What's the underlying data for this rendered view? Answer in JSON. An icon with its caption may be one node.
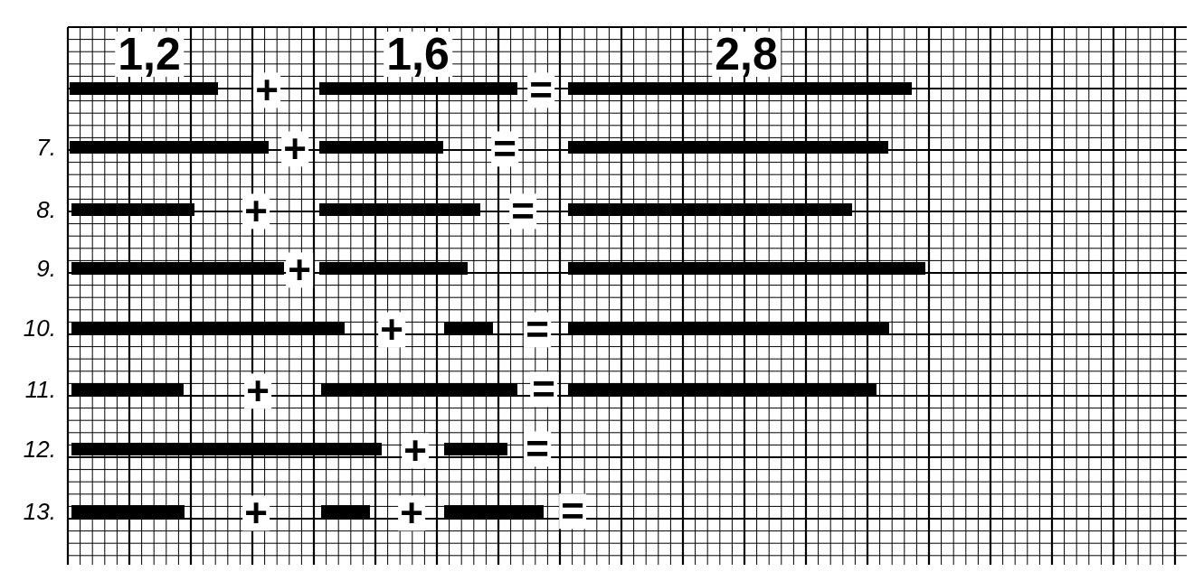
{
  "diagram": {
    "labels": [
      "1,2",
      "+",
      "1,6",
      "=",
      "2,8",
      "7.",
      "+",
      "=",
      "8.",
      "+",
      "=",
      "9.",
      "+",
      "10.",
      "+",
      "=",
      "11.",
      "+",
      "=",
      "12.",
      "+",
      "=",
      "13.",
      "+",
      "+",
      "="
    ]
  }
}
